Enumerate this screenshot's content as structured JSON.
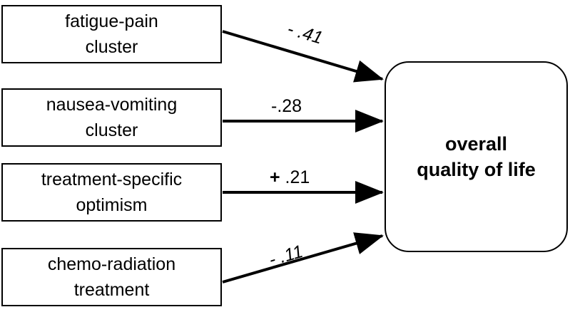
{
  "predictors": [
    {
      "line1": "fatigue-pain",
      "line2": "cluster",
      "coefficient": "- .41"
    },
    {
      "line1": "nausea-vomiting",
      "line2": "cluster",
      "coefficient": "-.28"
    },
    {
      "line1": "treatment-specific",
      "line2": "optimism",
      "coefficient_sign": "+",
      "coefficient": " .21"
    },
    {
      "line1": "chemo-radiation",
      "line2": "treatment",
      "coefficient": "- .11"
    }
  ],
  "outcome": {
    "line1": "overall",
    "line2": "quality of life"
  },
  "colors": {
    "line": "#000000",
    "background": "#ffffff"
  }
}
